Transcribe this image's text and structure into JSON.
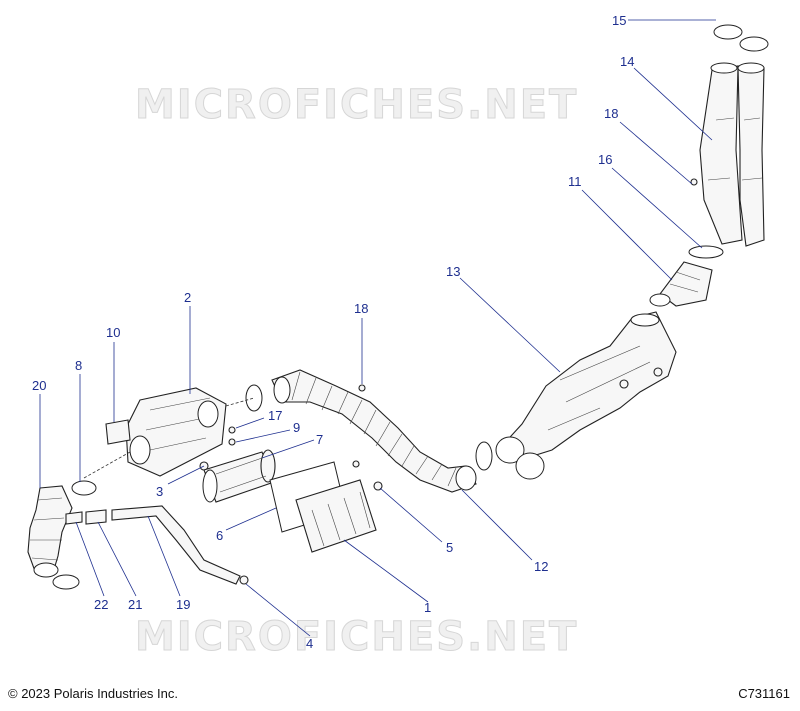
{
  "watermark": "MICROFICHES.NET",
  "footer": {
    "copyright": "© 2023 Polaris Industries Inc.",
    "diagram_code": "C731161"
  },
  "callouts": [
    "1",
    "2",
    "3",
    "4",
    "5",
    "6",
    "7",
    "8",
    "9",
    "10",
    "11",
    "12",
    "13",
    "14",
    "15",
    "16",
    "17",
    "18",
    "18",
    "19",
    "20",
    "21",
    "22"
  ],
  "colors": {
    "callout": "#1e2f8f",
    "line": "#222222"
  }
}
